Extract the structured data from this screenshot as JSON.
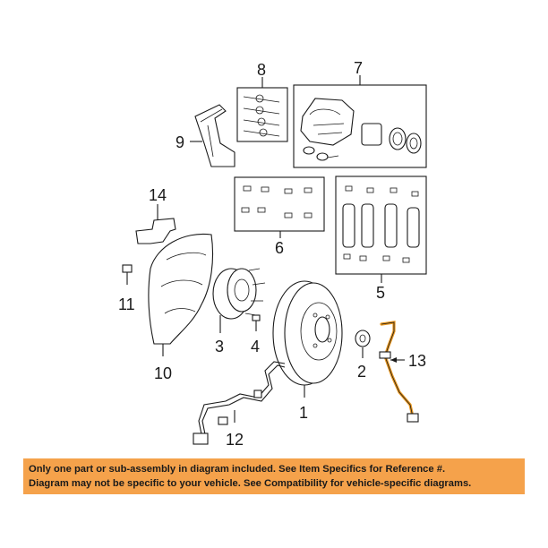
{
  "callouts": {
    "c1": "1",
    "c2": "2",
    "c3": "3",
    "c4": "4",
    "c5": "5",
    "c6": "6",
    "c7": "7",
    "c8": "8",
    "c9": "9",
    "c10": "10",
    "c11": "11",
    "c12": "12",
    "c13": "13",
    "c14": "14"
  },
  "notice": {
    "line1": "Only one part or sub-assembly in diagram included. See Item Specifics for Reference #.",
    "line2": "Diagram may not be specific to your vehicle. See Compatibility for vehicle-specific diagrams."
  },
  "colors": {
    "highlight_part": "#e8961e",
    "notice_background": "#f5a24b",
    "line_art": "#1a1a1a"
  }
}
